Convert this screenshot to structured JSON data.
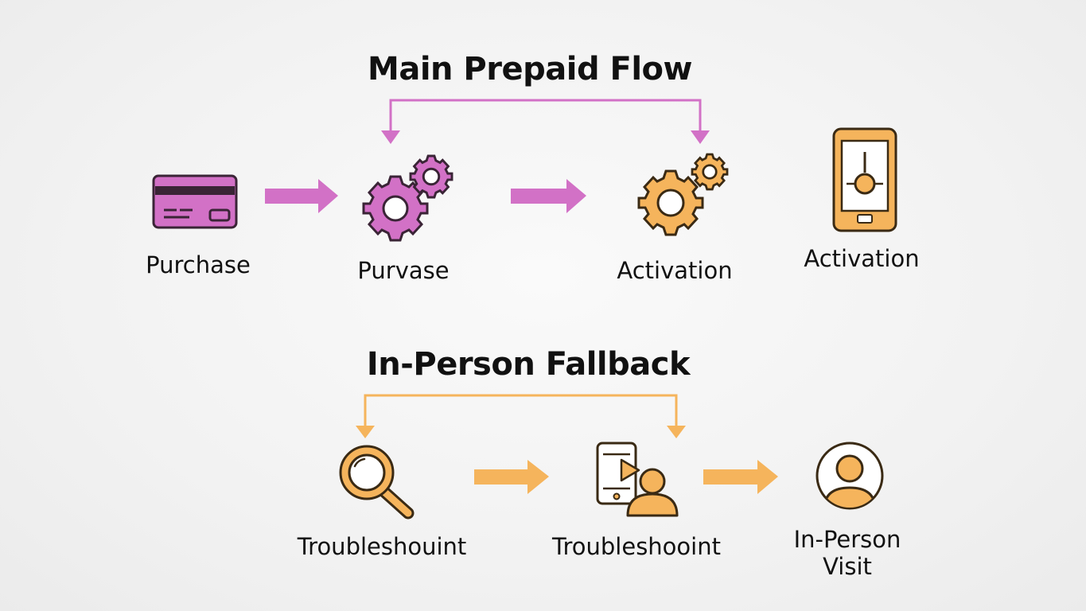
{
  "colors": {
    "magenta": "#d271c6",
    "magenta_dark": "#3a2436",
    "orange": "#f5b45c",
    "orange_dark": "#3a2a14",
    "text": "#111111"
  },
  "main_flow": {
    "title": "Main Prepaid Flow",
    "steps": [
      {
        "icon": "credit-card-icon",
        "label": "Purchase"
      },
      {
        "icon": "gears-icon",
        "label": "Purvase"
      },
      {
        "icon": "gears-icon",
        "label": "Activation"
      },
      {
        "icon": "smartphone-icon",
        "label": "Activation"
      }
    ]
  },
  "fallback_flow": {
    "title": "In-Person Fallback",
    "steps": [
      {
        "icon": "magnifier-icon",
        "label": "Troubleshouint"
      },
      {
        "icon": "phone-support-icon",
        "label": "Troubleshooint"
      },
      {
        "icon": "person-icon",
        "label_line1": "In-Person",
        "label_line2": "Visit"
      }
    ]
  }
}
